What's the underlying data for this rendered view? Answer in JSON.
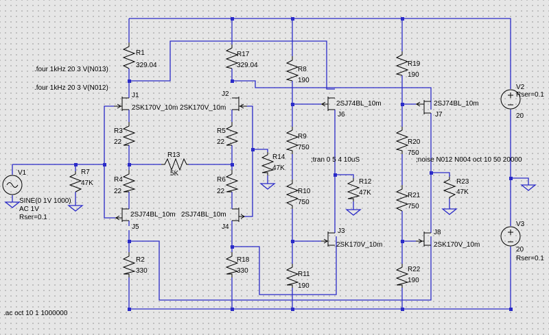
{
  "components": {
    "r1": {
      "name": "R1",
      "value": "329.04"
    },
    "r17": {
      "name": "R17",
      "value": "329.04"
    },
    "r8": {
      "name": "R8",
      "value": "190"
    },
    "r19": {
      "name": "R19",
      "value": "190"
    },
    "r3": {
      "name": "R3",
      "value": "22"
    },
    "r5": {
      "name": "R5",
      "value": "22"
    },
    "r4": {
      "name": "R4",
      "value": "22"
    },
    "r6": {
      "name": "R6",
      "value": "22"
    },
    "r13": {
      "name": "R13",
      "value": "5K"
    },
    "r14": {
      "name": "R14",
      "value": "47K"
    },
    "r7": {
      "name": "R7",
      "value": "47K"
    },
    "r9": {
      "name": "R9",
      "value": "750"
    },
    "r10": {
      "name": "R10",
      "value": "750"
    },
    "r12": {
      "name": "R12",
      "value": "47K"
    },
    "r20": {
      "name": "R20",
      "value": "750"
    },
    "r21": {
      "name": "R21",
      "value": "750"
    },
    "r23": {
      "name": "R23",
      "value": "47K"
    },
    "r2": {
      "name": "R2",
      "value": "330"
    },
    "r18": {
      "name": "R18",
      "value": "330"
    },
    "r11": {
      "name": "R11",
      "value": "190"
    },
    "r22": {
      "name": "R22",
      "value": "190"
    },
    "j1": {
      "name": "J1",
      "model": "2SK170V_10m"
    },
    "j2": {
      "name": "J2",
      "model": "2SK170V_10m"
    },
    "j5": {
      "name": "J5",
      "model": "2SJ74BL_10m"
    },
    "j4": {
      "name": "J4",
      "model": "2SJ74BL_10m"
    },
    "j6": {
      "name": "J6",
      "model": "2SJ74BL_10m"
    },
    "j7": {
      "name": "J7",
      "model": "2SJ74BL_10m"
    },
    "j3": {
      "name": "J3",
      "model": "2SK170V_10m"
    },
    "j8": {
      "name": "J8",
      "model": "2SK170V_10m"
    },
    "v1": {
      "name": "V1",
      "value": "SINE(0 1V 1000)",
      "ac": "AC 1V",
      "rser": "Rser=0.1"
    },
    "v2": {
      "name": "V2",
      "rser": "Rser=0.1",
      "value": "20"
    },
    "v3": {
      "name": "V3",
      "value": "20",
      "rser": "Rser=0.1"
    }
  },
  "directives": {
    "four1": ".four 1kHz 20 3 V(N013)",
    "four2": ".four 1kHz 20 3 V(N012)",
    "tran": ";tran 0 5 4 10uS",
    "noise": ";noise N012 N004 oct 10 50 20000",
    "ac": ".ac oct 10 1 1000000"
  }
}
